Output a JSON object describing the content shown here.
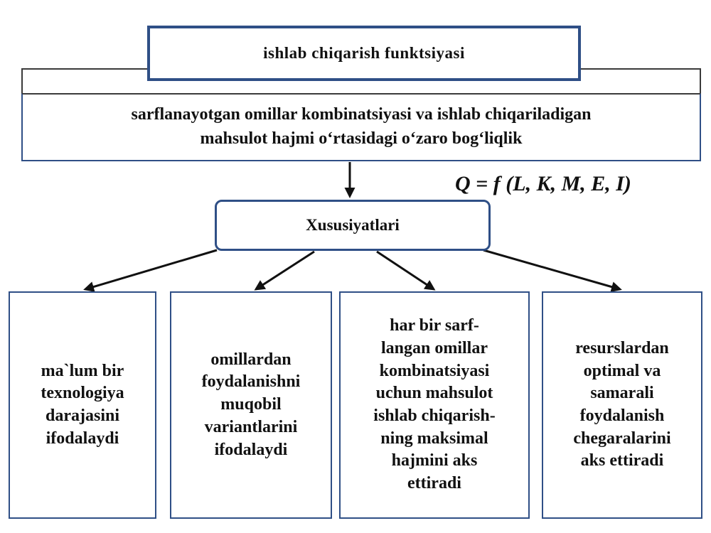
{
  "diagram": {
    "title": "ishlab  chiqarish  funktsiyasi",
    "definition_lines": [
      "sarflanayotgan omillar kombinatsiyasi va ishlab chiqariladigan",
      "mahsulot hajmi o‘rtasidagi o‘zaro bog‘liqlik"
    ],
    "formula": "Q = f (L, K, M, E, I)",
    "features_label": "Xususiyatlari",
    "properties": [
      {
        "lines": [
          "ma`lum bir",
          "texnologiya",
          "darajasini",
          "ifodalaydi"
        ]
      },
      {
        "lines": [
          "omillardan",
          "foydalanishni",
          "muqobil",
          "variantlarini",
          "ifodalaydi"
        ]
      },
      {
        "lines": [
          "har bir sarf-",
          "langan omillar",
          "kombinatsiyasi",
          "uchun mahsulot",
          "ishlab chiqarish-",
          "ning maksimal",
          "hajmini aks",
          "ettiradi"
        ]
      },
      {
        "lines": [
          "resurslardan",
          "optimal va",
          "samarali",
          "foydalanish",
          "chegaralarini",
          "aks ettiradi"
        ]
      }
    ],
    "colors": {
      "border": "#2f4f86",
      "arrow": "#111111"
    }
  }
}
